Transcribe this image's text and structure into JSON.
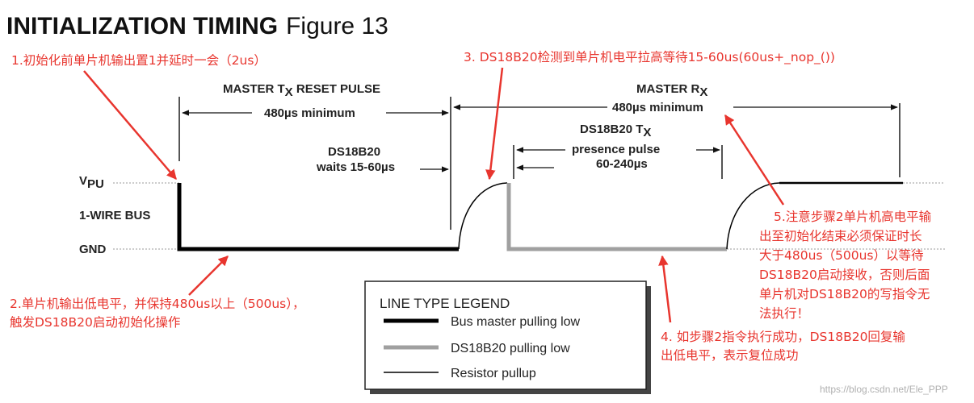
{
  "header": {
    "title": "INITIALIZATION TIMING",
    "figure": "Figure 13"
  },
  "signal_labels": {
    "vpu_main": "V",
    "vpu_sub": "PU",
    "bus": "1-WIRE BUS",
    "gnd": "GND"
  },
  "timing_labels": {
    "master_tx_a": "MASTER T",
    "master_tx_sub": "X",
    "master_tx_b": " RESET PULSE",
    "min480_left": "480µs minimum",
    "ds_wait_1": "DS18B20",
    "ds_wait_2": "waits 15-60µs",
    "master_rx_a": "MASTER R",
    "master_rx_sub": "X",
    "min480_right": "480µs minimum",
    "ds_tx_a": "DS18B20 T",
    "ds_tx_sub": "X",
    "presence_1": "presence pulse",
    "presence_2": "60-240µs"
  },
  "annotations": {
    "step1": "1.初始化前单片机输出置1并延时一会（2us）",
    "step2_l1": "2.单片机输出低电平，并保持480us以上（500us），",
    "step2_l2": "触发DS18B20启动初始化操作",
    "step3": "3. DS18B20检测到单片机电平拉高等待15-60us(60us+_nop_())",
    "step4_l1": "4. 如步骤2指令执行成功，DS18B20回复输",
    "step4_l2": "出低电平，表示复位成功",
    "step5_l1": "5.注意步骤2单片机高电平输",
    "step5_l2": "出至初始化结束必须保证时长",
    "step5_l3": "大于480us（500us）以等待",
    "step5_l4": "DS18B20启动接收，否则后面",
    "step5_l5": "单片机对DS18B20的写指令无",
    "step5_l6": "法执行！"
  },
  "legend": {
    "title": "LINE TYPE LEGEND",
    "items": [
      {
        "label": "Bus master pulling low",
        "color": "#000000"
      },
      {
        "label": "DS18B20 pulling low",
        "color": "#a0a0a0"
      },
      {
        "label": "Resistor pullup",
        "color": "#000000"
      }
    ]
  },
  "watermark": "https://blog.csdn.net/Ele_PPP",
  "colors": {
    "annotation": "#e8352e",
    "master_low": "#000000",
    "slave_low": "#a0a0a0",
    "pullup": "#000000"
  }
}
